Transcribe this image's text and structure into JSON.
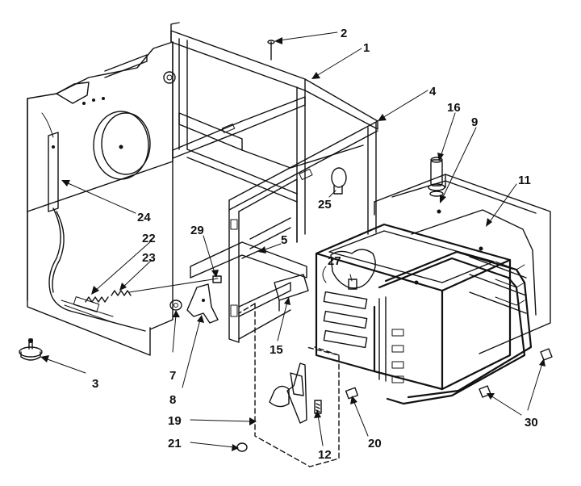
{
  "diagram": {
    "callouts": [
      {
        "id": "c1",
        "text": "1"
      },
      {
        "id": "c2",
        "text": "2"
      },
      {
        "id": "c3",
        "text": "3"
      },
      {
        "id": "c4",
        "text": "4"
      },
      {
        "id": "c5",
        "text": "5"
      },
      {
        "id": "c7",
        "text": "7"
      },
      {
        "id": "c8",
        "text": "8"
      },
      {
        "id": "c9",
        "text": "9"
      },
      {
        "id": "c11",
        "text": "11"
      },
      {
        "id": "c12",
        "text": "12"
      },
      {
        "id": "c15",
        "text": "15"
      },
      {
        "id": "c16",
        "text": "16"
      },
      {
        "id": "c19",
        "text": "19"
      },
      {
        "id": "c20",
        "text": "20"
      },
      {
        "id": "c21",
        "text": "21"
      },
      {
        "id": "c22",
        "text": "22"
      },
      {
        "id": "c23",
        "text": "23"
      },
      {
        "id": "c24",
        "text": "24"
      },
      {
        "id": "c25",
        "text": "25"
      },
      {
        "id": "c27",
        "text": "27"
      },
      {
        "id": "c29",
        "text": "29"
      },
      {
        "id": "c30",
        "text": "30"
      }
    ]
  }
}
